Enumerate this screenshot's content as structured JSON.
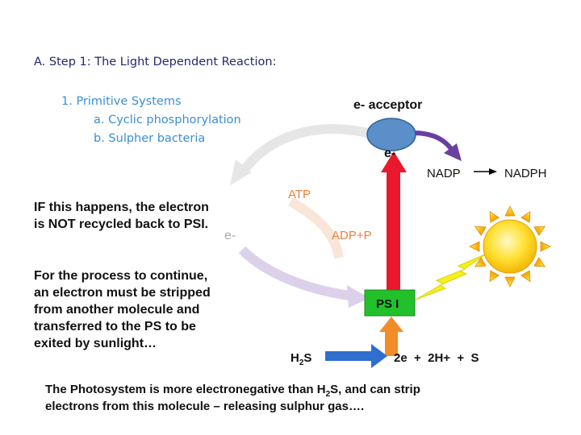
{
  "header": {
    "step_title": "A. Step 1: The Light Dependent Reaction:",
    "systems_title": "1. Primitive Systems",
    "item_a": "a.  Cyclic phosphorylation",
    "item_b": "b. Sulpher  bacteria"
  },
  "notes": {
    "recycle_note": "IF this happens, the electron is NOT recycled back to PSI.",
    "process_note": "For the process to continue, an electron must be stripped from another molecule and transferred to the PS to be exited by sunlight…"
  },
  "diagram": {
    "acceptor_label": "e- acceptor",
    "electron_label_right": "e-",
    "electron_label_left": "e-",
    "nadp_label": "NADP",
    "nadph_label": "NADPH",
    "atp_label": "ATP",
    "adp_label": "ADP+P",
    "ps_label": "PS I",
    "h2s_main": "H",
    "h2s_sub": "2",
    "h2s_end": "S",
    "products_label": "2e  +  2H+  +  S"
  },
  "footer": {
    "line1_a": "The Photosystem is more electronegative than H",
    "line1_sub": "2",
    "line1_b": "S, and can strip",
    "line2": "electrons from this molecule – releasing sulphur gas…."
  },
  "colors": {
    "title": "#1f2a6b",
    "systems": "#3a8fd0",
    "acceptor_oval": "#5b8fc9",
    "red_arrow": "#e8192c",
    "purple_arrow": "#6b3fa0",
    "ps_box": "#22c02a",
    "blue_arrow": "#2e6fcf",
    "h2s_arrow": "#f28c28",
    "sun": "#f7c81e",
    "lightning": "#f5ef20"
  }
}
